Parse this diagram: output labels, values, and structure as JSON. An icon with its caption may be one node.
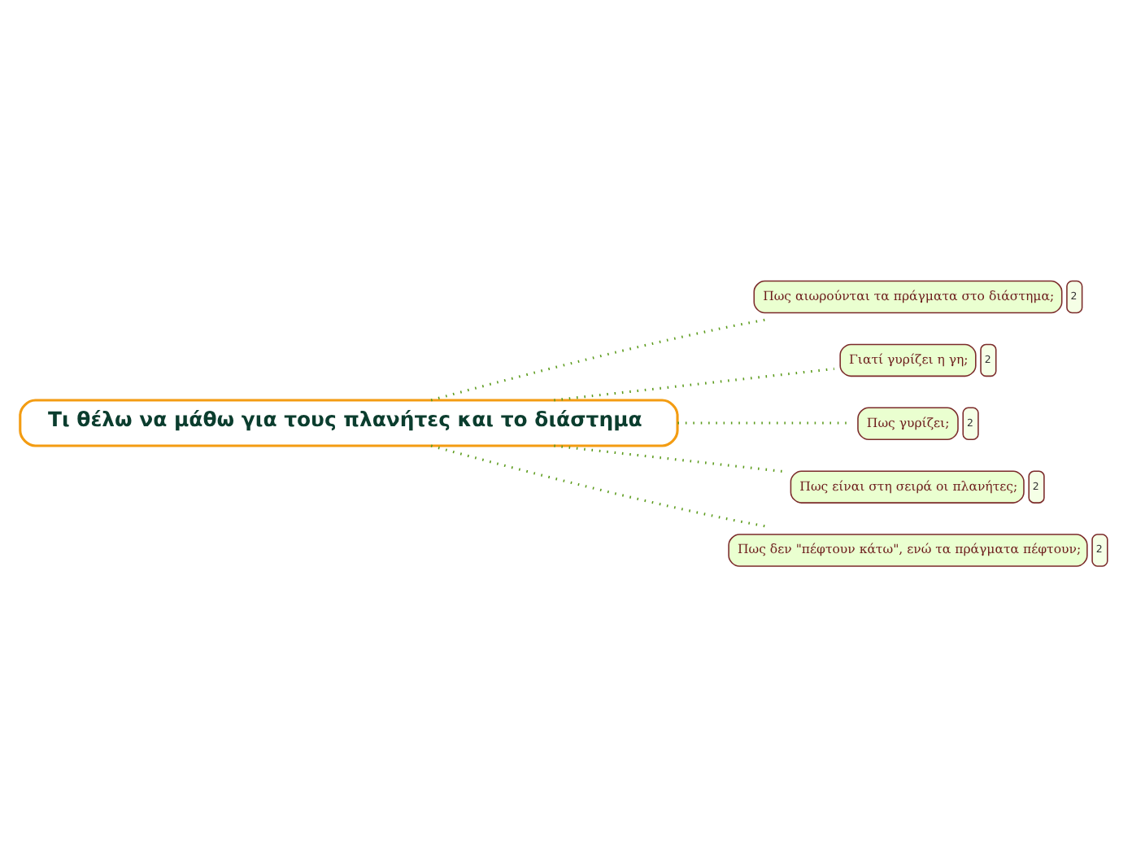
{
  "diagram": {
    "nodes": [
      {
        "text": [
          "Τι θέλω να μάθω για τους πλανήτες και το διάστημα"
        ]
      },
      {
        "text": [
          "Πως αιωρούνται τα πράγματα στο διάστημα;"
        ],
        "beside": [
          "2"
        ]
      },
      {
        "text": [
          "Γιατί γυρίζει η γη;"
        ],
        "beside": [
          "2"
        ]
      },
      {
        "text": [
          "Πως γυρίζει;"
        ],
        "beside": [
          "2"
        ]
      },
      {
        "text": [
          "Πως είναι στη σειρά οι πλανήτες;"
        ],
        "beside": [
          "2"
        ]
      },
      {
        "text": [
          "Πως δεν \"πέφτουν κάτω\", ενώ τα πράγματα πέφτουν;"
        ],
        "beside": [
          "2"
        ]
      }
    ],
    "edges": [
      {
        "from": 0,
        "to": 1,
        "arrow": "none"
      },
      {
        "from": 0,
        "to": 2,
        "arrow": "none"
      },
      {
        "from": 0,
        "to": 3,
        "arrow": "none"
      },
      {
        "from": 0,
        "to": 4,
        "arrow": "none"
      },
      {
        "from": 0,
        "to": 5,
        "arrow": "none"
      }
    ]
  }
}
